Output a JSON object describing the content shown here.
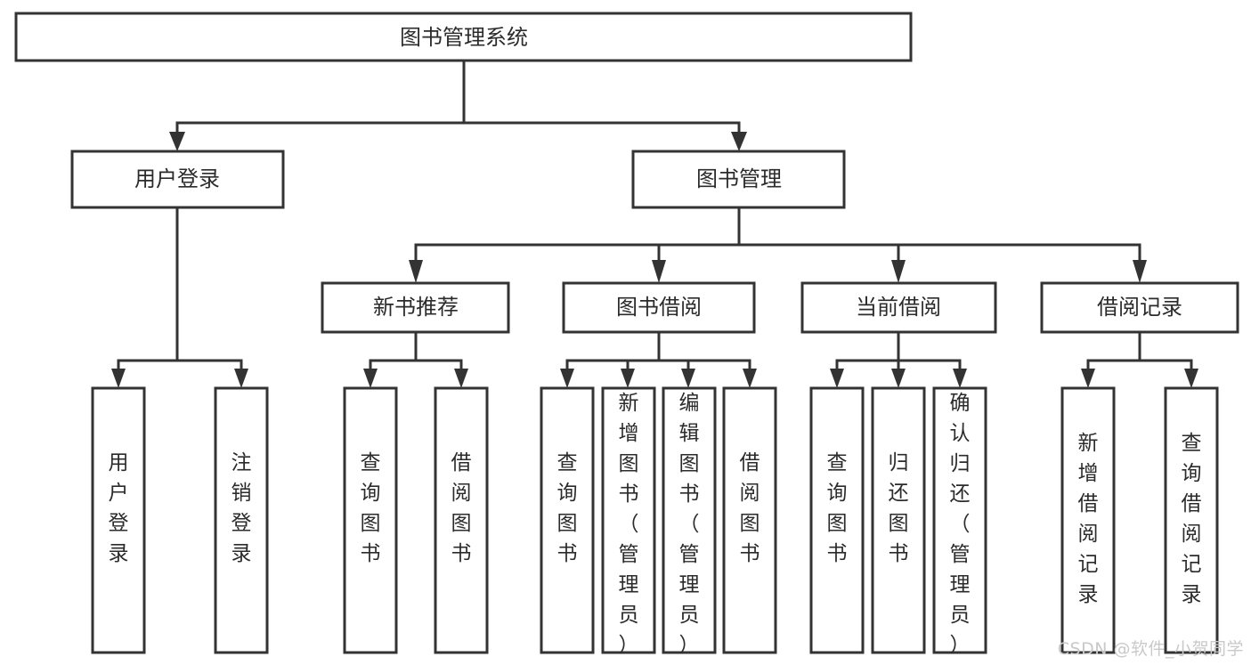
{
  "diagram": {
    "title": "图书管理系统",
    "type": "hierarchy-tree",
    "colors": {
      "box_stroke": "#333333",
      "box_fill": "#ffffff",
      "text": "#2b2b2b",
      "background": "#ffffff",
      "watermark": "#c9c9c9"
    },
    "levels": {
      "root": {
        "label": "图书管理系统"
      },
      "level2": [
        {
          "label": "用户登录"
        },
        {
          "label": "图书管理"
        }
      ],
      "level3": [
        {
          "label": "新书推荐"
        },
        {
          "label": "图书借阅"
        },
        {
          "label": "当前借阅"
        },
        {
          "label": "借阅记录"
        }
      ],
      "leaves": [
        {
          "label": "用户登录",
          "parent": "用户登录"
        },
        {
          "label": "注销登录",
          "parent": "用户登录"
        },
        {
          "label": "查询图书",
          "parent": "新书推荐"
        },
        {
          "label": "借阅图书",
          "parent": "新书推荐"
        },
        {
          "label": "查询图书",
          "parent": "图书借阅"
        },
        {
          "label": "新增图书（管理员）",
          "parent": "图书借阅"
        },
        {
          "label": "编辑图书（管理员）",
          "parent": "图书借阅"
        },
        {
          "label": "借阅图书",
          "parent": "图书借阅"
        },
        {
          "label": "查询图书",
          "parent": "当前借阅"
        },
        {
          "label": "归还图书",
          "parent": "当前借阅"
        },
        {
          "label": "确认归还（管理员）",
          "parent": "当前借阅"
        },
        {
          "label": "新增借阅记录",
          "parent": "借阅记录"
        },
        {
          "label": "查询借阅记录",
          "parent": "借阅记录"
        }
      ]
    }
  },
  "watermark": {
    "text": "CSDN @软件_小贺同学"
  }
}
